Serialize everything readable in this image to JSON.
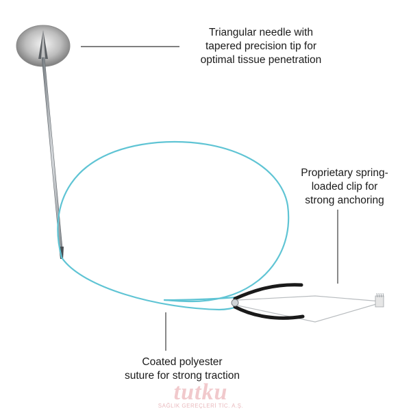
{
  "callouts": {
    "needle": [
      "Triangular needle with",
      "tapered precision tip for",
      "optimal tissue penetration"
    ],
    "clip": [
      "Proprietary spring-",
      "loaded clip for",
      "strong anchoring"
    ],
    "suture": [
      "Coated polyester",
      "suture for strong traction"
    ]
  },
  "watermark": {
    "brand": "tutku",
    "subtitle": "SAĞLIK GEREÇLERİ TİC. A.Ş."
  },
  "colors": {
    "suture": "#5fc4d4",
    "needle": "#9aa0a6",
    "clip_handle": "#1a1a1a",
    "leader_line": "#555555",
    "watermark": "#f1c9cc"
  }
}
